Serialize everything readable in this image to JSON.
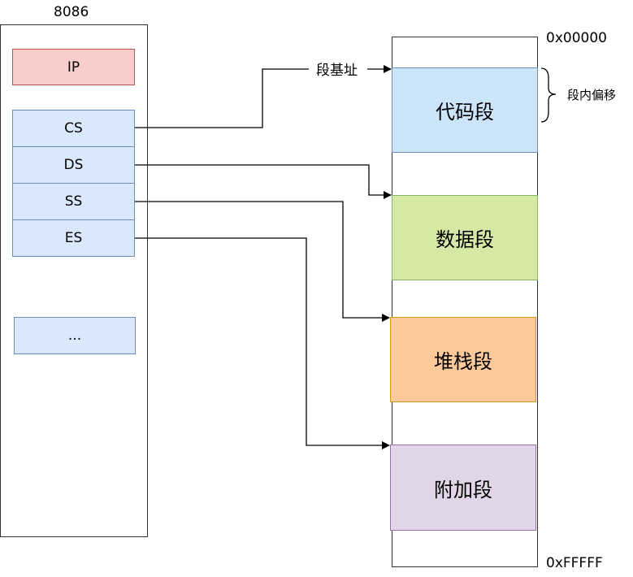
{
  "cpu": {
    "title": "8086",
    "registers": {
      "ip": "IP",
      "cs": "CS",
      "ds": "DS",
      "ss": "SS",
      "es": "ES",
      "more": "..."
    }
  },
  "memory": {
    "start_address": "0x00000",
    "end_address": "0xFFFFF",
    "segments": {
      "code": "代码段",
      "data": "数据段",
      "stack": "堆栈段",
      "extra": "附加段"
    },
    "segment_base_label": "段基址",
    "offset_label": "段内偏移"
  },
  "colors": {
    "ip_fill": "#f8cecc",
    "register_fill": "#dae8fc",
    "code_fill": "#cce5fb",
    "data_fill": "#d5e8a4",
    "stack_fill": "#fcc99b",
    "extra_fill": "#e1d5e7"
  }
}
